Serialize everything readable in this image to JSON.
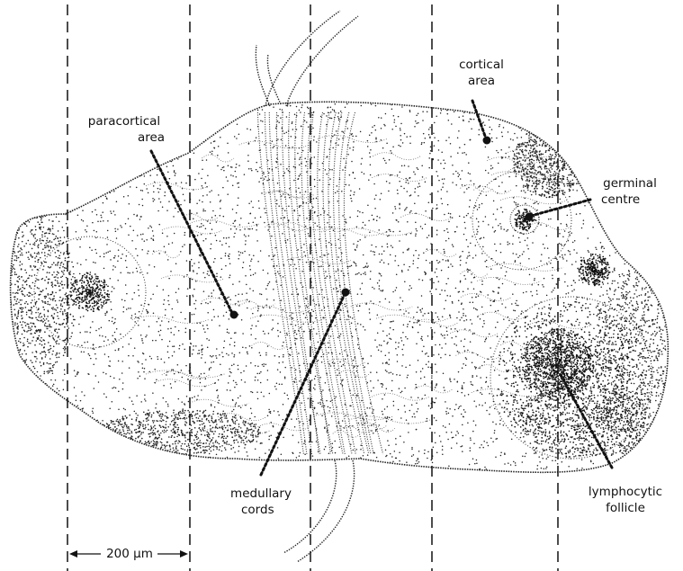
{
  "labels": {
    "paracortical": [
      "paracortical",
      "area"
    ],
    "cortical": [
      "cortical",
      "area"
    ],
    "germinal": [
      "germinal",
      "centre"
    ],
    "medullary": [
      "medullary",
      "cords"
    ],
    "lymphocytic": [
      "lymphocytic",
      "follicle"
    ]
  },
  "scale_bar": {
    "text": "200 μm"
  },
  "colors": {
    "ink": "#111111",
    "background": "#ffffff"
  }
}
